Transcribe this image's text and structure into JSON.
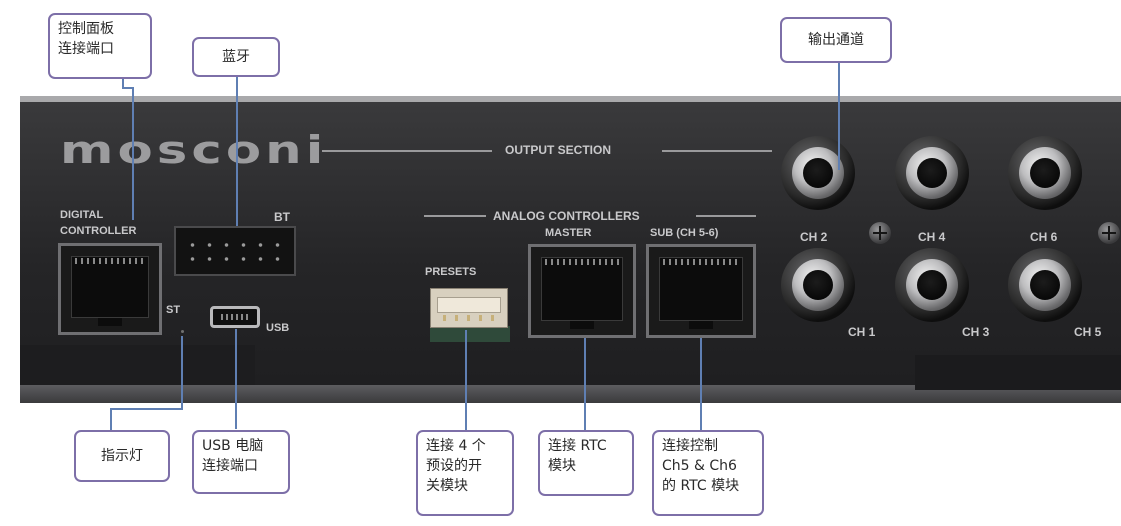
{
  "device": {
    "brand": "mosconi",
    "output_section_label": "OUTPUT SECTION",
    "analog_controllers_label": "ANALOG CONTROLLERS",
    "digital_controller_label_line1": "DIGITAL",
    "digital_controller_label_line2": "CONTROLLER",
    "bt_label": "BT",
    "st_label": "ST",
    "usb_label": "USB",
    "presets_label": "PRESETS",
    "master_label": "MASTER",
    "sub_label": "SUB (CH 5-6)",
    "channels": [
      "CH 2",
      "CH 4",
      "CH 6",
      "CH 1",
      "CH 3",
      "CH 5"
    ]
  },
  "callouts": {
    "control_panel_port_line1": "控制面板",
    "control_panel_port_line2": "连接端口",
    "bluetooth": "蓝牙",
    "output_channels": "输出通道",
    "indicator_light": "指示灯",
    "usb_port_line1": "USB 电脑",
    "usb_port_line2": "连接端口",
    "presets_line1": "连接 4 个",
    "presets_line2": "预设的开",
    "presets_line3": "关模块",
    "rtc_line1": "连接 RTC",
    "rtc_line2": "模块",
    "sub_rtc_line1": "连接控制",
    "sub_rtc_line2": "Ch5 & Ch6",
    "sub_rtc_line3": "的 RTC 模块"
  },
  "colors": {
    "panel": "#2b2b2d",
    "callout_border": "#7d6fa8",
    "leader_line": "#5f7fb3"
  }
}
